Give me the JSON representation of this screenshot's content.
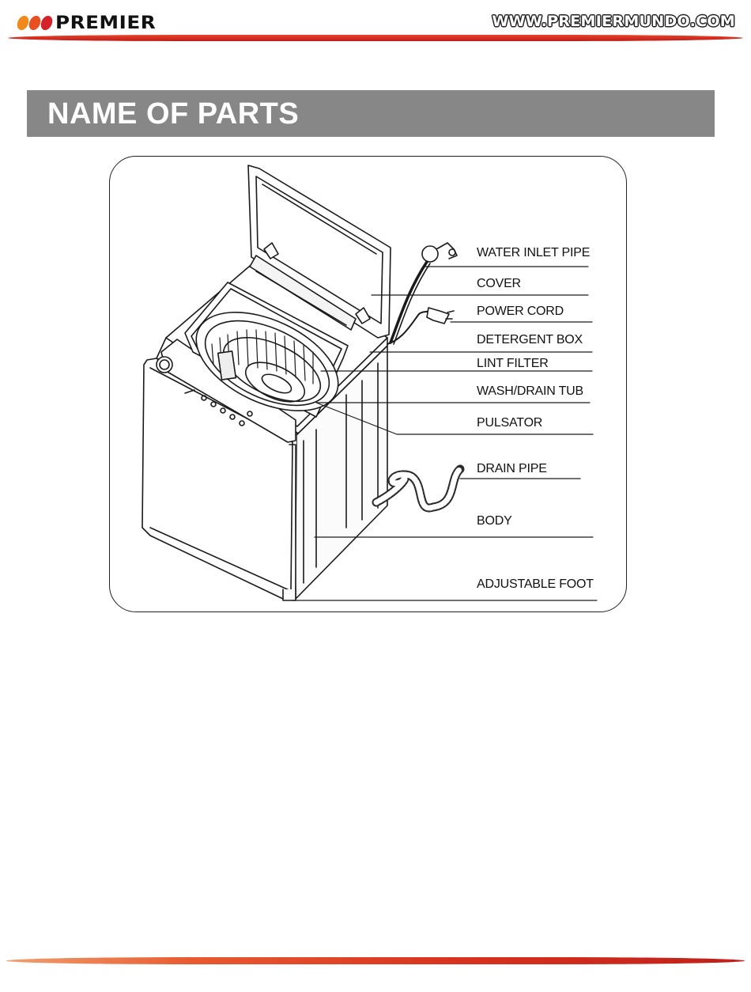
{
  "header": {
    "brand": "PREMIER",
    "website": "WWW.PREMIERMUNDO.COM"
  },
  "section": {
    "title": "NAME OF PARTS"
  },
  "parts": [
    "WATER INLET PIPE",
    "COVER",
    "POWER CORD",
    "DETERGENT BOX",
    "LINT FILTER",
    "WASH/DRAIN TUB",
    "PULSATOR",
    "DRAIN PIPE",
    "BODY",
    "ADJUSTABLE FOOT"
  ],
  "colors": {
    "brand_orange": "#f08a1c",
    "brand_red": "#d4222a",
    "title_bar": "#878787"
  }
}
